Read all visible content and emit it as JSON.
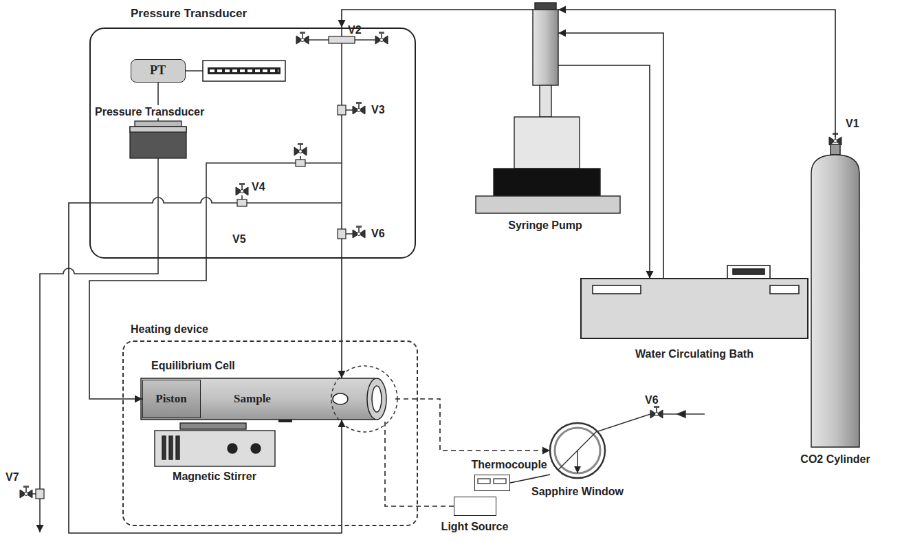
{
  "diagram": {
    "nodes": [
      {
        "text": [
          "Pressure Transducer"
        ]
      },
      {
        "text": [
          "PT"
        ],
        "in": 0
      },
      {
        "text": [
          "Syringe Pump"
        ]
      },
      {
        "text": [
          "Water Circulating Bath"
        ]
      },
      {
        "text": [
          "CO2 Cylinder"
        ]
      },
      {
        "text": [
          "Heating device"
        ]
      },
      {
        "text": [
          "Equilibrium Cell"
        ],
        "in": 5
      },
      {
        "text": [
          "Piston"
        ],
        "in": 6
      },
      {
        "text": [
          "Sample"
        ],
        "in": 6
      },
      {
        "text": [
          "Magnetic Stirrer"
        ],
        "in": 5
      },
      {
        "text": [
          "Thermocouple"
        ]
      },
      {
        "text": [
          "Sapphire Window"
        ]
      },
      {
        "text": [
          "Light Source"
        ]
      }
    ],
    "edges": [
      {
        "from": 4,
        "to": 2,
        "arrow": "to"
      },
      {
        "from": 2,
        "to": 0,
        "arrow": "to"
      },
      {
        "from": 3,
        "to": 2,
        "arrow": "to"
      },
      {
        "from": 2,
        "to": 3,
        "arrow": "to"
      },
      {
        "from": 0,
        "to": 6,
        "arrow": "to"
      },
      {
        "from": 0,
        "to": 7,
        "arrow": "to"
      },
      {
        "from": 0,
        "to": 6,
        "arrow": "to"
      },
      {
        "from": 12,
        "to": 6,
        "arrow": "none"
      },
      {
        "from": 6,
        "to": 11,
        "arrow": "to"
      },
      {
        "from": 10,
        "to": 11,
        "arrow": "none"
      }
    ],
    "labels": [
      "V2",
      "V3",
      "Pressure Transducer",
      "V4",
      "V6",
      "V5",
      "V7",
      "V1",
      "V6"
    ]
  }
}
